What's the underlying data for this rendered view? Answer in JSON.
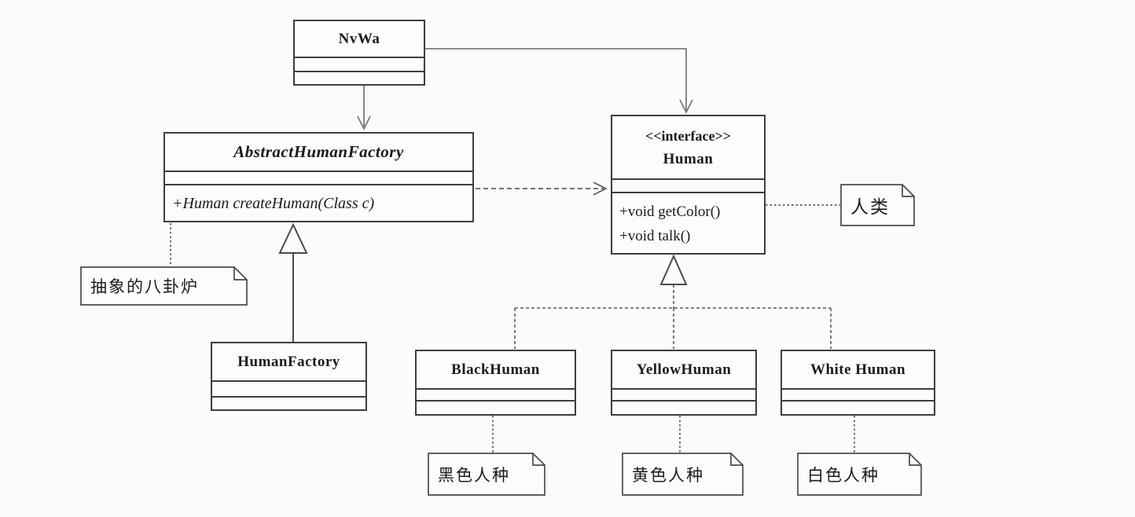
{
  "diagram": {
    "type": "uml-class-diagram",
    "classes": {
      "nvwa": {
        "name": "NvWa",
        "attributes": [],
        "methods": []
      },
      "abstract_human_factory": {
        "name": "AbstractHumanFactory",
        "abstract": true,
        "attributes": [],
        "methods": [
          "+Human createHuman(Class c)"
        ]
      },
      "human": {
        "stereotype": "<<interface>>",
        "name": "Human",
        "attributes": [],
        "methods": [
          "+void getColor()",
          "+void talk()"
        ]
      },
      "human_factory": {
        "name": "HumanFactory",
        "attributes": [],
        "methods": []
      },
      "black_human": {
        "name": "BlackHuman",
        "attributes": [],
        "methods": []
      },
      "yellow_human": {
        "name": "YellowHuman",
        "attributes": [],
        "methods": []
      },
      "white_human": {
        "name": "White Human",
        "attributes": [],
        "methods": []
      }
    },
    "notes": {
      "abstract_furnace": {
        "text": "抽象的八卦炉",
        "attached_to": "AbstractHumanFactory"
      },
      "human_note": {
        "text": "人类",
        "attached_to": "Human"
      },
      "black_race": {
        "text": "黑色人种",
        "attached_to": "BlackHuman"
      },
      "yellow_race": {
        "text": "黄色人种",
        "attached_to": "YellowHuman"
      },
      "white_race": {
        "text": "白色人种",
        "attached_to": "White Human"
      }
    },
    "relations": {
      "nvwa_to_abstract_human_factory": "directed association",
      "nvwa_to_human": "directed association",
      "abstract_human_factory_to_human": "dependency (dashed)",
      "human_factory_to_abstract_human_factory": "generalization",
      "black_yellow_white_to_human": "realization (dashed, hollow triangle)"
    },
    "colors": {
      "background": "#fbfbfb",
      "box_border": "#3e3e3e",
      "connector": "#5a5a5a",
      "association": "#7a7a7a",
      "text": "#1b1b1b"
    }
  }
}
